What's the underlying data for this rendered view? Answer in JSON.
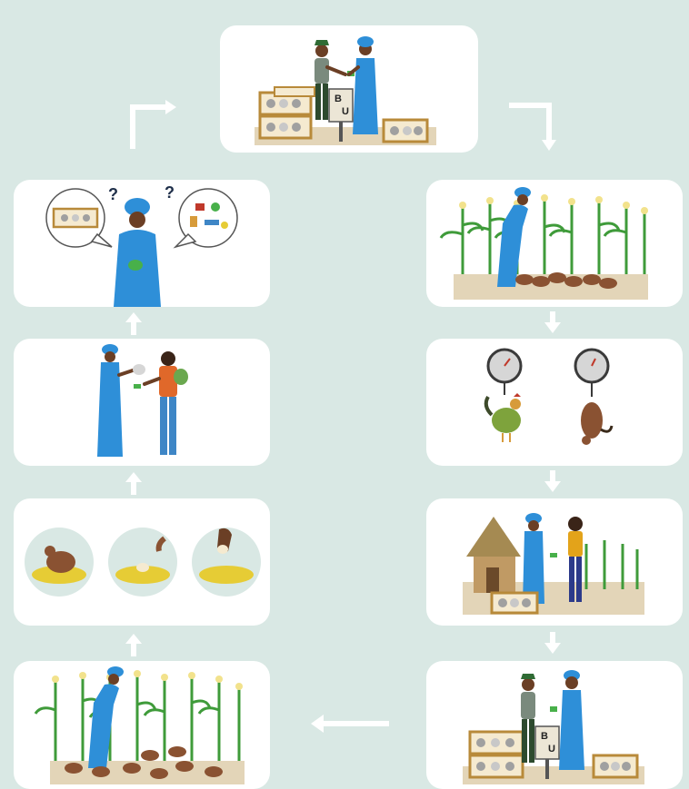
{
  "diagram": {
    "colors": {
      "background": "#d9e8e4",
      "panel": "#ffffff",
      "arrow": "#ffffff",
      "ground": "#e3d5b8",
      "maize_leaf": "#3f9b3a",
      "tassel": "#f2e28c",
      "wrap_dress": "#2e8fd8",
      "hen": "#8a5232",
      "nest": "#e6cc35"
    },
    "panels": [
      {
        "id": "market-sale-top",
        "icons": [
          "trader-figure",
          "farmer-figure",
          "chicken-cages",
          "sign"
        ]
      },
      {
        "id": "free-range-maize",
        "icons": [
          "farmer-figure",
          "maize-plants",
          "hens"
        ]
      },
      {
        "id": "weighing-chickens",
        "icons": [
          "scale-icon",
          "rooster",
          "hen-upside-down"
        ]
      },
      {
        "id": "village-sale",
        "icons": [
          "hut",
          "farmer-figure",
          "buyer-figure",
          "chicken-cage",
          "maize-plants"
        ]
      },
      {
        "id": "market-sale-bottom",
        "icons": [
          "trader-figure",
          "farmer-figure",
          "chicken-cages",
          "sign"
        ]
      },
      {
        "id": "maize-flock",
        "icons": [
          "farmer-figure",
          "maize-plants",
          "hens",
          "chicks"
        ]
      },
      {
        "id": "egg-laying",
        "icons": [
          "hen-on-nest",
          "egg-in-nest",
          "hand-taking-egg"
        ]
      },
      {
        "id": "selling-eggs",
        "icons": [
          "farmer-figure",
          "mother-with-baby"
        ]
      },
      {
        "id": "decision-thoughts",
        "icons": [
          "farmer-figure",
          "thought-bubble-cage",
          "thought-bubble-goods"
        ]
      }
    ],
    "sign": {
      "line1": "B",
      "line2": "U"
    },
    "question_marks": [
      "?",
      "?"
    ]
  }
}
